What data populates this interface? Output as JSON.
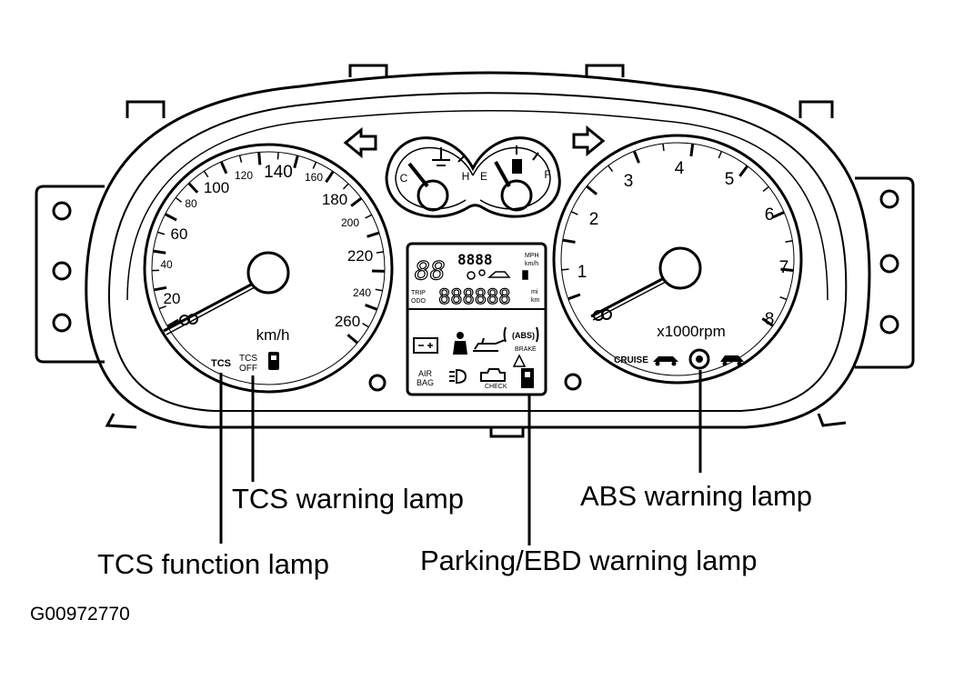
{
  "speedometer": {
    "ticks": [
      "20",
      "40",
      "60",
      "80",
      "100",
      "120",
      "140",
      "160",
      "180",
      "200",
      "220",
      "240",
      "260"
    ],
    "unit": "km/h",
    "lamps": {
      "tcs": "TCS",
      "tcs_off_line1": "TCS",
      "tcs_off_line2": "OFF"
    }
  },
  "tachometer": {
    "ticks": [
      "1",
      "2",
      "3",
      "4",
      "5",
      "6",
      "7",
      "8"
    ],
    "unit": "x1000rpm",
    "lamps": {
      "cruise": "CRUISE"
    }
  },
  "gauges": {
    "temp_cold": "C",
    "temp_hot": "H",
    "fuel_empty": "E",
    "fuel_full": "F"
  },
  "lcd": {
    "digits_small": "88",
    "digits_top": "8888",
    "mph": "MPH",
    "kmh": "km/h",
    "trip": "TRIP",
    "odo": "ODO",
    "digits_odo": "888888",
    "mi": "mi",
    "km": "km",
    "airbag_line1": "AIR",
    "airbag_line2": "BAG",
    "check": "CHECK",
    "abs_text": "(ABS)",
    "brake": "BRAKE"
  },
  "callouts": {
    "tcs_warning": "TCS warning lamp",
    "tcs_function": "TCS function lamp",
    "parking_ebd": "Parking/EBD warning lamp",
    "abs_warning": "ABS warning lamp"
  },
  "figure_id": "G00972770"
}
